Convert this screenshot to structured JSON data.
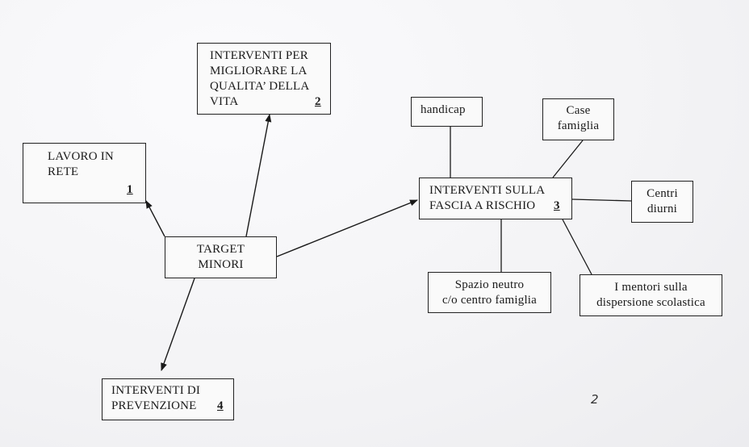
{
  "nodes": {
    "target": {
      "line1": "TARGET",
      "line2": "MINORI"
    },
    "lavoro": {
      "line1": "LAVORO IN",
      "line2": "RETE",
      "number": "1"
    },
    "qualita": {
      "line1": "INTERVENTI PER",
      "line2": "MIGLIORARE LA",
      "line3": "QUALITA’ DELLA",
      "line4": "VITA",
      "number": "2"
    },
    "rischio": {
      "line1": "INTERVENTI SULLA",
      "line2": "FASCIA A RISCHIO",
      "number": "3"
    },
    "prevenzione": {
      "line1": "INTERVENTI DI",
      "line2": "PREVENZIONE",
      "number": "4"
    },
    "handicap": {
      "line1": "handicap"
    },
    "case": {
      "line1": "Case",
      "line2": "famiglia"
    },
    "centri": {
      "line1": "Centri",
      "line2": "diurni"
    },
    "spazio": {
      "line1": "Spazio neutro",
      "line2": "c/o centro famiglia"
    },
    "mentori": {
      "line1": "I mentori sulla",
      "line2": "dispersione scolastica"
    }
  },
  "page_number": "2",
  "colors": {
    "ink": "#1a1a1a",
    "paper": "#f4f4f6"
  }
}
